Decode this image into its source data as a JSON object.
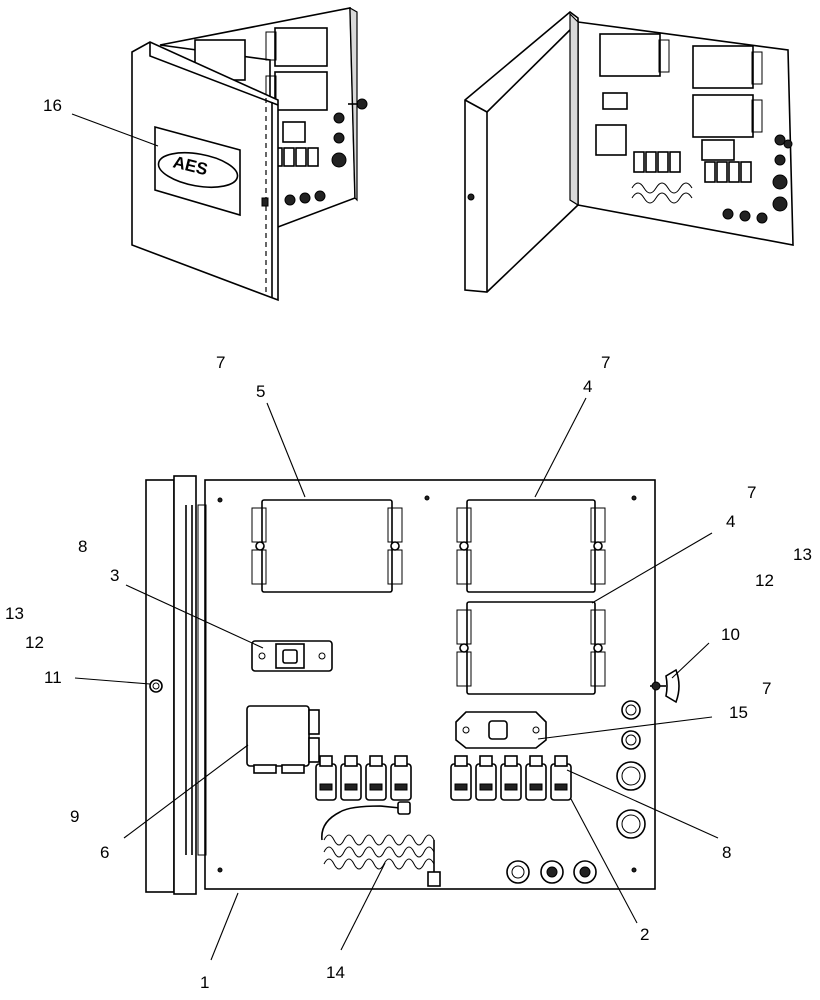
{
  "logo_text": "AES",
  "callouts": [
    {
      "id": "c16",
      "label": "16"
    },
    {
      "id": "c7a",
      "label": "7"
    },
    {
      "id": "c7b",
      "label": "7"
    },
    {
      "id": "c5",
      "label": "5"
    },
    {
      "id": "c4a",
      "label": "4"
    },
    {
      "id": "c7c",
      "label": "7"
    },
    {
      "id": "c4b",
      "label": "4"
    },
    {
      "id": "c13a",
      "label": "13"
    },
    {
      "id": "c12a",
      "label": "12"
    },
    {
      "id": "c8a",
      "label": "8"
    },
    {
      "id": "c3",
      "label": "3"
    },
    {
      "id": "c13b",
      "label": "13"
    },
    {
      "id": "c12b",
      "label": "12"
    },
    {
      "id": "c10",
      "label": "10"
    },
    {
      "id": "c11",
      "label": "11"
    },
    {
      "id": "c7d",
      "label": "7"
    },
    {
      "id": "c15",
      "label": "15"
    },
    {
      "id": "c9",
      "label": "9"
    },
    {
      "id": "c6",
      "label": "6"
    },
    {
      "id": "c8b",
      "label": "8"
    },
    {
      "id": "c2",
      "label": "2"
    },
    {
      "id": "c1",
      "label": "1"
    },
    {
      "id": "c14",
      "label": "14"
    }
  ]
}
